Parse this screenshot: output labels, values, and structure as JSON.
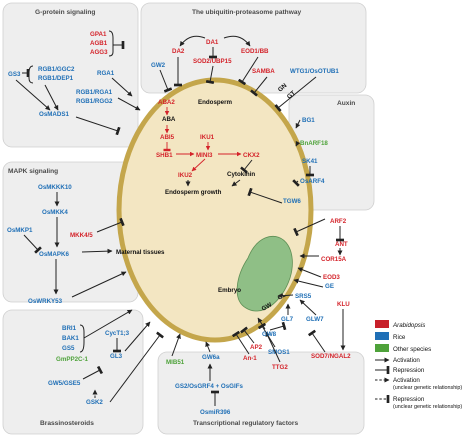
{
  "panels": {
    "gprotein": "G-protein signaling",
    "ubiquitin": "The ubiquitin-proteasome pathway",
    "auxin": "Auxin",
    "mapk": "MAPK signaling",
    "brassinosteroids": "Brassinosteroids",
    "transcriptional": "Transcriptional regulatory factors"
  },
  "gprotein": {
    "gpa1": "GPA1",
    "agb1": "AGB1",
    "agg3": "AGG3",
    "rga1": "RGA1",
    "gs3": "GS3",
    "rgb1ggc2": "RGB1/GGC2",
    "rgb1dep1": "RGB1/DEP1",
    "rgb1rga1": "RGB1/RGA1",
    "rgb1rgg2": "RGB1/RGG2",
    "osmads1": "OsMADS1"
  },
  "ubiquitin": {
    "gw2": "GW2",
    "da2": "DA2",
    "da1": "DA1",
    "eod1bb": "EOD1/BB",
    "sod2ubp15": "SOD2/UBP15",
    "samba": "SAMBA",
    "wtg1": "WTG1/OsOTUB1",
    "gn": "GN",
    "gt": "GT"
  },
  "auxin": {
    "bg1": "BG1",
    "bnarf18": "BnARF18",
    "sk41": "SK41",
    "osarf4": "OsARF4",
    "tgw6": "TGW6"
  },
  "seed": {
    "endosperm": "Endosperm",
    "aba2": "ABA2",
    "aba": "ABA",
    "abi5": "ABI5",
    "iku1": "IKU1",
    "shb1": "SHB1",
    "mini3": "MINI3",
    "ckx2": "CKX2",
    "iku2": "IKU2",
    "cytokinin": "Cytokinin",
    "growth": "Endosperm growth",
    "embryo": "Embryo"
  },
  "mapk": {
    "osmkkk10": "OsMKKK10",
    "osmkk4": "OsMKK4",
    "osmkp1": "OsMKP1",
    "mkk45": "MKK4/5",
    "osmapk6": "OsMAPK6",
    "maternal": "Maternal tissues",
    "oswrky53": "OsWRKY53"
  },
  "right": {
    "arf2": "ARF2",
    "ant": "ANT",
    "cor15a": "COR15A",
    "eod3": "EOD3",
    "ge": "GE",
    "klu": "KLU",
    "srs5": "SRS5",
    "gl": "GL",
    "gw": "GW",
    "gl7": "GL7",
    "glw7": "GLW7",
    "gw8": "GW8",
    "sod7": "SOD7/NGAL2"
  },
  "brassinosteroids": {
    "bri1": "BRI1",
    "bak1": "BAK1",
    "gs5": "GS5",
    "gmpp2c1": "GmPP2C-1",
    "cyct13": "CycT1;3",
    "gl3": "GL3",
    "gw5gse5": "GW5/GSE5",
    "gsk2": "GSK2"
  },
  "transcriptional": {
    "mib51": "MIB51",
    "gw6a": "GW6a",
    "gs2": "GS2/OsGRF4 + OsGIFs",
    "osmir396": "OsmiR396",
    "an1": "An-1",
    "ap2": "AP2",
    "smos1": "SMOS1",
    "ttg2": "TTG2"
  },
  "legend": {
    "arabidopsis": "Arabidopsis",
    "rice": "Rice",
    "other": "Other species",
    "activation": "Activation",
    "repression": "Repression",
    "activation_unclear": "Activation",
    "activation_unclear_note": "(unclear genetic relationship)",
    "repression_unclear": "Repression",
    "repression_unclear_note": "(unclear genetic relationship)",
    "colors": {
      "arabidopsis": "#c8202a",
      "rice": "#1f6fb6",
      "other": "#4ea23a"
    }
  }
}
